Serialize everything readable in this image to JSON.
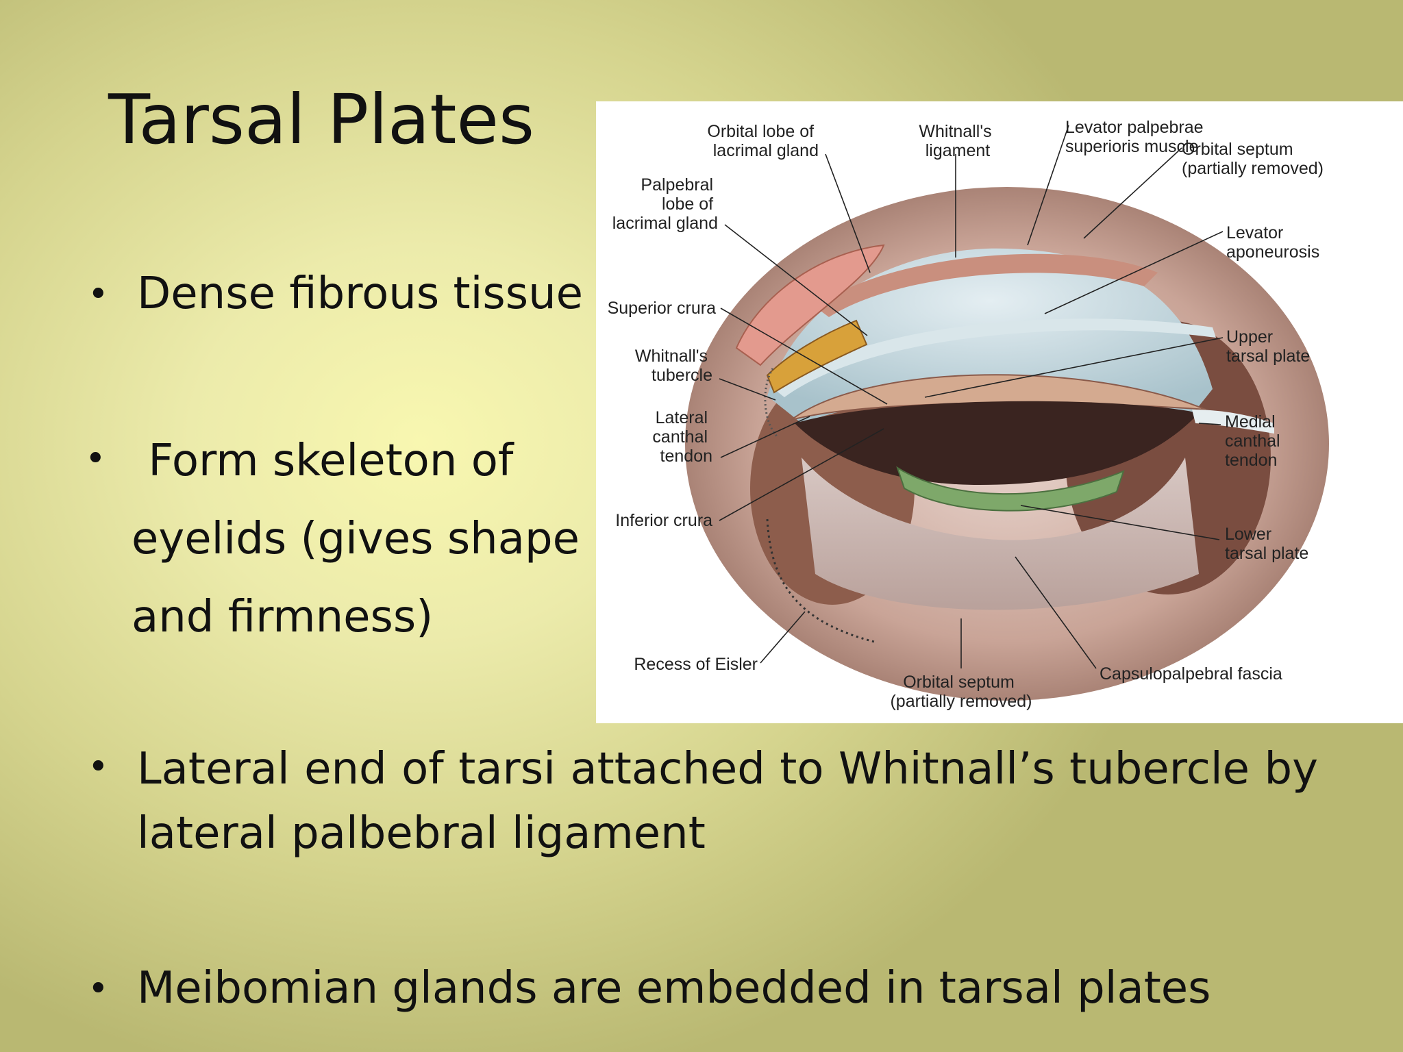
{
  "title": "Tarsal Plates",
  "bullets": [
    {
      "marker": "•",
      "text": "Dense fibrous tissue"
    },
    {
      "marker": "•",
      "lines": [
        " Form skeleton of",
        "eyelids (gives shape",
        "and firmness)"
      ]
    },
    {
      "marker": "•",
      "text": " Lateral end of tarsi attached to Whitnall’s tubercle by lateral palbebral ligament"
    },
    {
      "marker": "•",
      "text": "Meibomian glands are embedded in tarsal plates"
    }
  ],
  "figure": {
    "labels": {
      "orbital_lobe": [
        "Orbital lobe of",
        "lacrimal gland"
      ],
      "whitnalls_ligament": [
        "Whitnall's",
        "ligament"
      ],
      "levator_muscle": [
        "Levator palpebrae",
        "superioris muscle"
      ],
      "orbital_septum_top": [
        "Orbital septum",
        "(partially removed)"
      ],
      "palpebral_lobe": [
        "Palpebral",
        "lobe of",
        "lacrimal gland"
      ],
      "levator_aponeurosis": [
        "Levator",
        "aponeurosis"
      ],
      "superior_crura": [
        "Superior crura"
      ],
      "upper_tarsal_plate": [
        "Upper",
        "tarsal plate"
      ],
      "whitnalls_tubercle": [
        "Whitnall's",
        "tubercle"
      ],
      "lateral_canthal_tendon": [
        "Lateral",
        "canthal",
        "tendon"
      ],
      "medial_canthal_tendon": [
        "Medial",
        "canthal",
        "tendon"
      ],
      "inferior_crura": [
        "Inferior crura"
      ],
      "lower_tarsal_plate": [
        "Lower",
        "tarsal plate"
      ],
      "recess_of_eisler": [
        "Recess of Eisler"
      ],
      "orbital_septum_bottom": [
        "Orbital septum",
        "(partially removed)"
      ],
      "capsulopalpebral_fascia": [
        "Capsulopalpebral fascia"
      ]
    },
    "colors": {
      "orbit_bone": "#c8a89a",
      "gland": "#e39a8e",
      "aponeurosis": "#b9cfd6",
      "tarsal_plate": "#d4aa90",
      "lower_tarsus": "#7ea86a",
      "aperture": "#3a2420"
    }
  }
}
